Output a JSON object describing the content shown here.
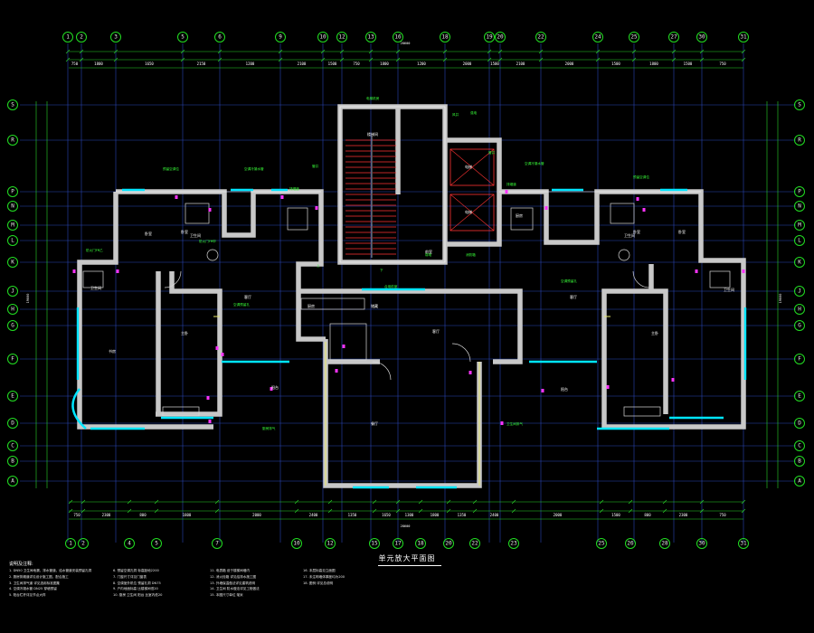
{
  "drawing": {
    "title": "单元放大平面图",
    "notes_heading": "说明及注释:",
    "overall_width": "28600",
    "overall_depth": "19000",
    "colors": {
      "background": "#000000",
      "wall": "#c8c8c8",
      "axis": "#2a46b8",
      "dimension": "#2bd42b",
      "window": "#00e5ff",
      "fixture": "#d8d8d8",
      "marker": "#ff33ff",
      "furniture": "#e8e86a"
    }
  },
  "axes": {
    "top": [
      "1",
      "2",
      "3",
      "5",
      "6",
      "9",
      "10",
      "12",
      "13",
      "16",
      "18",
      "19",
      "20",
      "22",
      "24",
      "25",
      "27",
      "30",
      "31"
    ],
    "bottom": [
      "1",
      "2",
      "4",
      "5",
      "7",
      "10",
      "12",
      "15",
      "17",
      "18",
      "20",
      "22",
      "23",
      "25",
      "26",
      "28",
      "30",
      "31"
    ],
    "left": [
      "S",
      "R",
      "P",
      "N",
      "M",
      "L",
      "K",
      "J",
      "H",
      "G",
      "F",
      "E",
      "D",
      "C",
      "B",
      "A"
    ],
    "right": [
      "S",
      "R",
      "P",
      "N",
      "M",
      "L",
      "K",
      "J",
      "H",
      "G",
      "F",
      "E",
      "D",
      "C",
      "B",
      "A"
    ]
  },
  "dimensions": {
    "top_segments": [
      "750",
      "1800",
      "1650",
      "2150",
      "1200",
      "2100",
      "1500",
      "750",
      "1800",
      "1200",
      "2000",
      "1500",
      "2100",
      "2000",
      "1500",
      "1800",
      "1500",
      "750"
    ],
    "bottom_segments": [
      "750",
      "2300",
      "800",
      "1800",
      "2000",
      "2400",
      "1350",
      "1650",
      "1300",
      "1800",
      "1350",
      "2400",
      "2000",
      "1500",
      "800",
      "2300",
      "750"
    ]
  },
  "rooms": {
    "labels": [
      "卧室",
      "卧室",
      "卧室",
      "卧室",
      "客厅",
      "客厅",
      "客厅",
      "餐厅",
      "厨房",
      "厨房",
      "卫生间",
      "卫生间",
      "卫生间",
      "卫生间",
      "电梯",
      "电梯",
      "前室",
      "楼梯间",
      "阳台",
      "阳台",
      "书房",
      "主卧",
      "主卧",
      "储藏"
    ],
    "annotations": [
      "预留空调位",
      "预留空调位",
      "空调冷凝水管",
      "空调冷凝水管",
      "排烟道",
      "排烟道",
      "管井",
      "管井",
      "风井",
      "强电",
      "弱电",
      "消防箱",
      "电梯机房",
      "合用前室",
      "防火门FM乙",
      "防火门FM甲",
      "空调预留孔",
      "空调预留孔",
      "厨房排气",
      "卫生间排气",
      "上",
      "下"
    ]
  },
  "notes": [
    "1. DN50 卫生间地漏，排水管道，给水管道安装预留孔洞",
    "2. 厨房排烟道详见设计施工图，配合施工",
    "3. 卫生间排气道 详见选用标准图集",
    "4. 空调冷凝水管 DN25 穿墙预留",
    "5. 阳台栏杆详见节点大样",
    "6. 预留空调孔洞 标高距地2200",
    "7. 门窗尺寸详见门窗表",
    "8. 空调室外机位 预留孔洞 DN75",
    "9. 户内地面标高 比楼梯间低20",
    "10. 厨房 卫生间 阳台 比室内低20",
    "11. 电表箱 设于楼梯间墙内",
    "12. 消火栓箱 详见给排水施工图",
    "13. 外墙保温做法详见建筑说明",
    "14. 卫生间 防水做法详见工程做法",
    "15. 本图尺寸单位 毫米",
    "16. 本层标高见立面图",
    "17. 未注明墙体厚度均为200",
    "18. 图例 详见总说明"
  ]
}
